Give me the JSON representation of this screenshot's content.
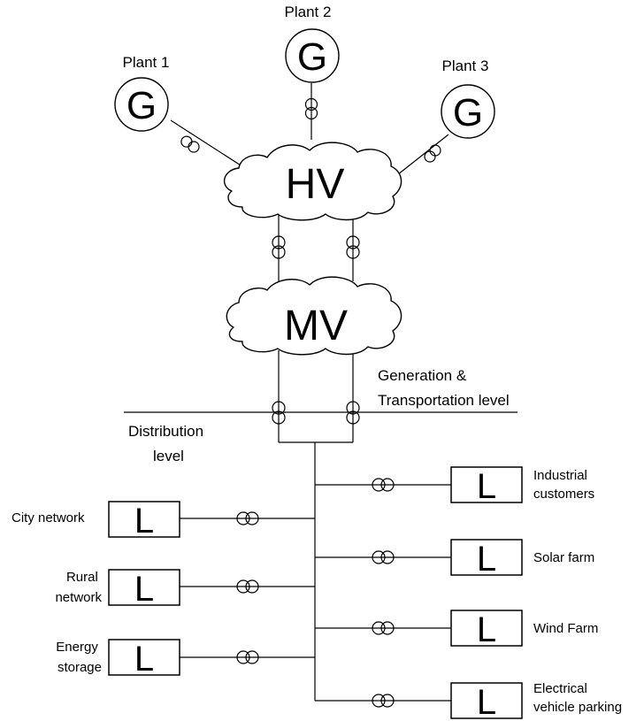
{
  "generators": [
    {
      "label": "Plant 1",
      "symbol": "G"
    },
    {
      "label": "Plant 2",
      "symbol": "G"
    },
    {
      "label": "Plant 3",
      "symbol": "G"
    }
  ],
  "networks": {
    "hv": "HV",
    "mv": "MV"
  },
  "levels": {
    "upper": [
      "Generation &",
      "Transportation level"
    ],
    "lower": [
      "Distribution",
      "level"
    ]
  },
  "loads_left": [
    {
      "label": [
        "City network"
      ],
      "symbol": "L"
    },
    {
      "label": [
        "Rural",
        "network"
      ],
      "symbol": "L"
    },
    {
      "label": [
        "Energy",
        "storage"
      ],
      "symbol": "L"
    }
  ],
  "loads_right": [
    {
      "label": [
        "Industrial",
        "customers"
      ],
      "symbol": "L"
    },
    {
      "label": [
        "Solar farm"
      ],
      "symbol": "L"
    },
    {
      "label": [
        "Wind Farm"
      ],
      "symbol": "L"
    },
    {
      "label": [
        "Electrical",
        "vehicle parking"
      ],
      "symbol": "L"
    }
  ]
}
